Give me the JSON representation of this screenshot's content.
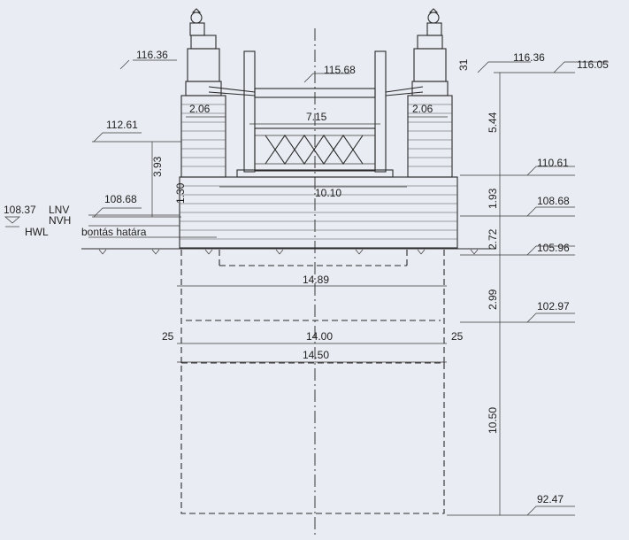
{
  "elevations": {
    "left_tower_top": "116.36",
    "right_tower_top": "116.36",
    "far_right_top": "116.05",
    "truss_top": "115.68",
    "left_shoulder": "112.61",
    "left_base": "108.68",
    "right_mid": "110.61",
    "right_base": "108.68",
    "ground": "105.96",
    "found_top": "102.97",
    "found_bottom": "92.47"
  },
  "water": {
    "level": "108.37",
    "lnv": "LNV",
    "nvh": "NVH",
    "hwl": "HWL",
    "demolition_limit": "bontás határa"
  },
  "dims": {
    "tower_left_width": "2.06",
    "tower_right_width": "2.06",
    "opening_width": "7.15",
    "wall_width": "10.10",
    "width_1489": "14.89",
    "width_1400": "14.00",
    "width_1450": "14.50",
    "offset_left": "25",
    "offset_right": "25",
    "small_31": "31",
    "h_544": "5.44",
    "h_193": "1.93",
    "h_272": "2.72",
    "h_299": "2.99",
    "h_1050": "10.50",
    "h_393": "3.93",
    "h_130": "1.30"
  }
}
